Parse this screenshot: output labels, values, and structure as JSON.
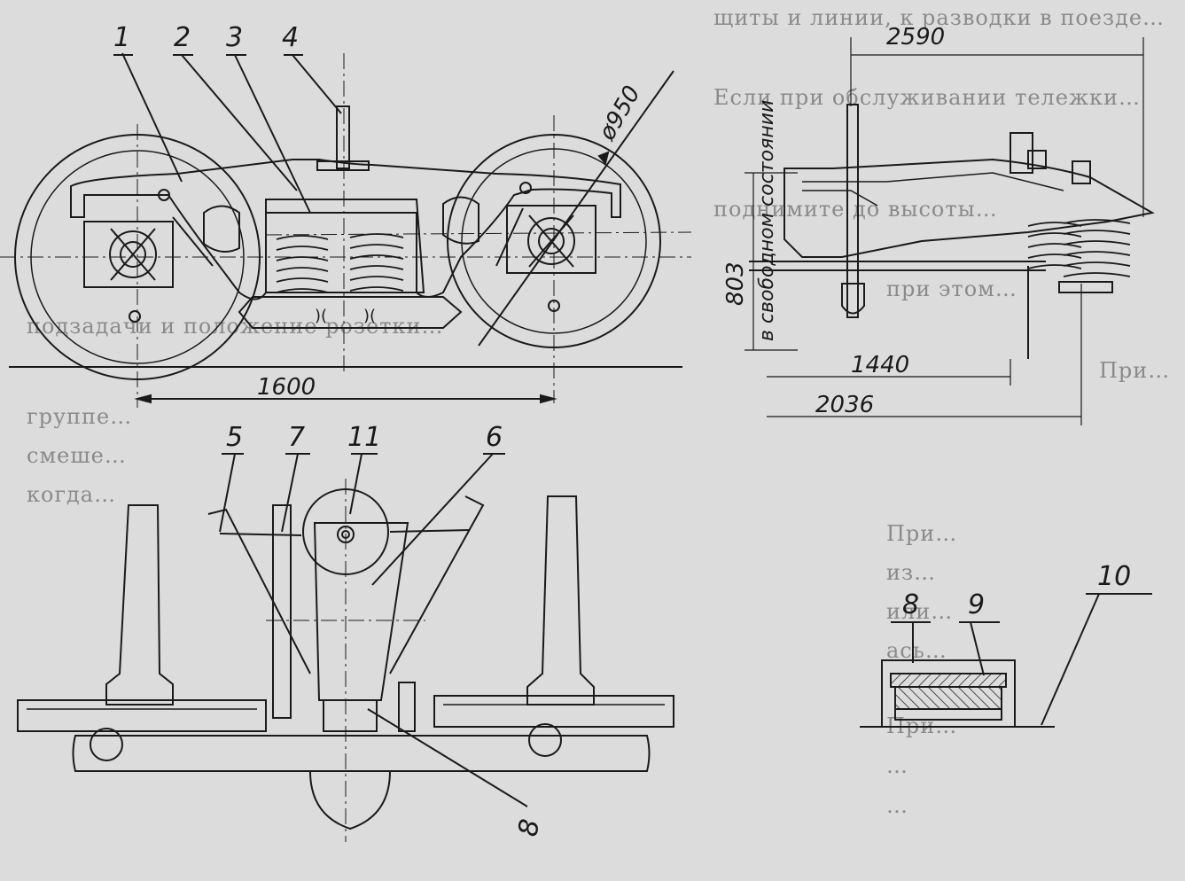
{
  "labels": {
    "n1": "1",
    "n2": "2",
    "n3": "3",
    "n4": "4",
    "n5": "5",
    "n6": "6",
    "n7": "7",
    "n8a": "8",
    "n8b": "8",
    "n9": "9",
    "n10": "10",
    "n11": "11"
  },
  "dimensions": {
    "wheel_diameter": "ø950",
    "wheelbase": "1600",
    "length_2590": "2590",
    "height_803": "803",
    "height_caption": "в свободном состоянии",
    "width_1440": "1440",
    "width_2036": "2036"
  },
  "background_text": [
    "щиты и линии, к разводки в поезде…",
    "Если при обслуживании тележки…",
    "поднимите до высоты…",
    "при этом…",
    "подзадачи и положение розетки…",
    "При…",
    "группе…",
    "смеше…",
    "когда…",
    "При…",
    "из…",
    "или…",
    "ась…",
    "При…",
    "…",
    "…"
  ],
  "colors": {
    "paper": "#dcdcdc",
    "ink": "#1a1a1a",
    "faded_text": "#8a8a8a"
  }
}
